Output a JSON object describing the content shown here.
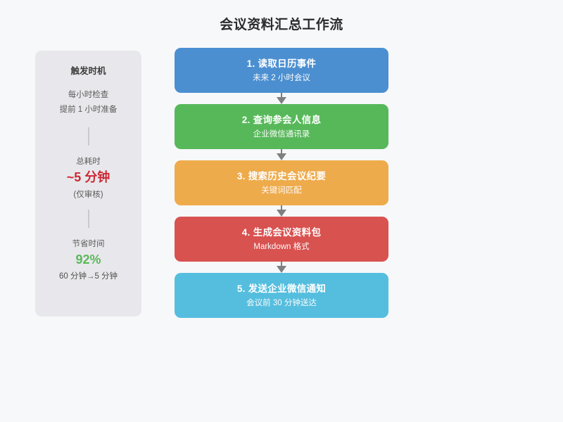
{
  "page": {
    "title": "会议资料汇总工作流",
    "background_color": "#f7f8fa"
  },
  "sidebar": {
    "panel_color": "#e8e8ec",
    "heading": "触发时机",
    "trigger_lines": [
      "每小时检查",
      "提前 1 小时准备"
    ],
    "total_time_label": "总耗时",
    "total_time_value": "~5 分钟",
    "total_time_value_color": "#cc2a36",
    "total_time_note": "(仅审核)",
    "saved_label": "节省时间",
    "saved_value": "92%",
    "saved_value_color": "#5cb85c",
    "saved_detail": "60 分钟→5 分钟"
  },
  "flow": {
    "nodes": [
      {
        "title": "1. 读取日历事件",
        "subtitle": "未来 2 小时会议",
        "color": "#4b8fd1",
        "name": "flow-node-read-calendar"
      },
      {
        "title": "2. 查询参会人信息",
        "subtitle": "企业微信通讯录",
        "color": "#57b85a",
        "name": "flow-node-query-attendees"
      },
      {
        "title": "3. 搜索历史会议纪要",
        "subtitle": "关键词匹配",
        "color": "#eeab4c",
        "name": "flow-node-search-minutes"
      },
      {
        "title": "4. 生成会议资料包",
        "subtitle": "Markdown 格式",
        "color": "#d85250",
        "name": "flow-node-generate-package"
      },
      {
        "title": "5. 发送企业微信通知",
        "subtitle": "会议前 30 分钟送达",
        "color": "#55bede",
        "name": "flow-node-send-notification"
      }
    ],
    "connector_color": "#7f7f7f"
  }
}
